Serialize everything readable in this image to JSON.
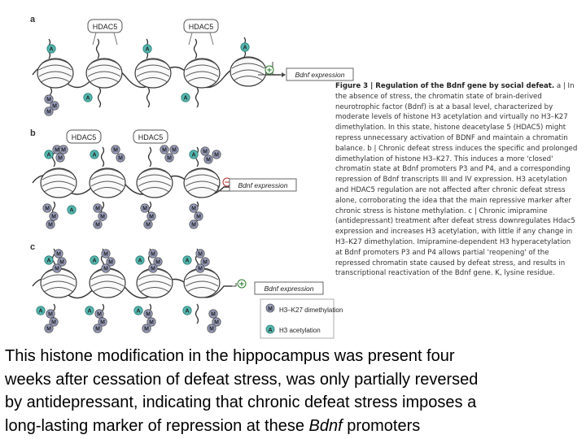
{
  "panels": [
    {
      "letter": "a",
      "hdac_labels": [
        "HDAC5",
        "HDAC5"
      ],
      "expression_label": "Bdnf expression",
      "sign": "+"
    },
    {
      "letter": "b",
      "hdac_labels": [
        "HDAC5",
        "HDAC5"
      ],
      "expression_label": "Bdnf expression",
      "sign": "−"
    },
    {
      "letter": "c",
      "expression_label": "Bdnf expression",
      "sign": "+"
    }
  ],
  "mark_letters": {
    "methyl": "M",
    "acetyl": "A"
  },
  "legend": {
    "methyl_label": "H3–K27 dimethylation",
    "acetyl_label": "H3 acetylation"
  },
  "caption": {
    "title": "Figure 3 | Regulation of the Bdnf gene by social defeat.",
    "body": "a | In the absence of stress, the chromatin state of brain-derived neurotrophic factor (Bdnf) is at a basal level, characterized by moderate levels of histone H3 acetylation and virtually no H3–K27 dimethylation. In this state, histone deacetylase 5 (HDAC5) might repress unnecessary activation of BDNF and maintain a chromatin balance. b | Chronic defeat stress induces the specific and prolonged dimethylation of histone H3–K27. This induces a more 'closed' chromatin state at Bdnf promoters P3 and P4, and a corresponding repression of Bdnf transcripts III and IV expression. H3 acetylation and HDAC5 regulation are not affected after chronic defeat stress alone, corroborating the idea that the main repressive marker after chronic stress is histone methylation. c | Chronic imipramine (antidepressant) treatment after defeat stress downregulates Hdac5 expression and increases H3 acetylation, with little if any change in H3–K27 dimethylation. Imipramine-dependent H3 hyperacetylation at Bdnf promoters P3 and P4 allows partial 'reopening' of the repressed chromatin state caused by defeat stress, and results in transcriptional reactivation of the Bdnf gene. K, lysine residue."
  },
  "bottom_text": {
    "line1": "This histone modification in the hippocampus was present four",
    "line2": "weeks after cessation of defeat stress, was only partially reversed",
    "line3": "by antidepressant, indicating that chronic defeat stress imposes a",
    "line4_start": "long-lasting marker of repression at these ",
    "line4_italic": "Bdnf",
    "line4_end": " promoters"
  }
}
